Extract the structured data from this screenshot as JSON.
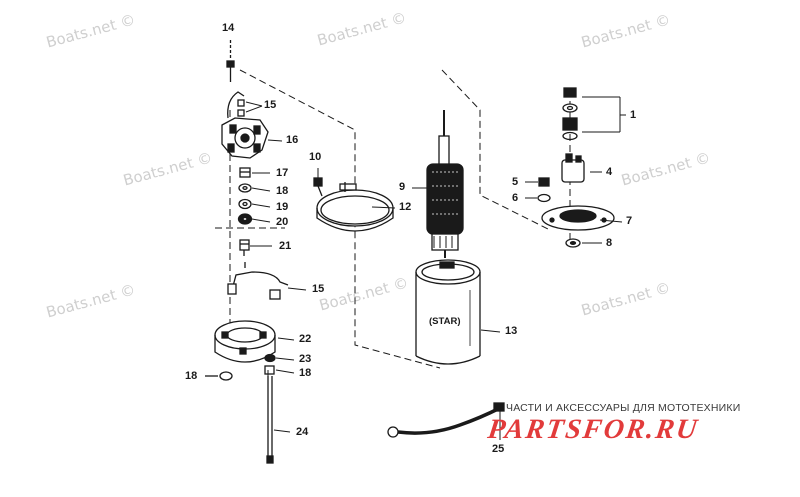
{
  "watermarks": [
    "Boats.net ©",
    "Boats.net ©",
    "Boats.net ©",
    "Boats.net ©",
    "Boats.net ©",
    "Boats.net ©",
    "Boats.net ©",
    "Boats.net ©"
  ],
  "housing_text": "(STAR)",
  "part_numbers": {
    "p1": "1",
    "p4": "4",
    "p5": "5",
    "p6": "6",
    "p7": "7",
    "p8": "8",
    "p9": "9",
    "p10": "10",
    "p12": "12",
    "p13": "13",
    "p14": "14",
    "p15a": "15",
    "p15b": "15",
    "p16": "16",
    "p17": "17",
    "p18a": "18",
    "p18b": "18",
    "p18c": "18",
    "p19": "19",
    "p20": "20",
    "p21": "21",
    "p22": "22",
    "p23": "23",
    "p24": "24",
    "p25": "25"
  },
  "branding": {
    "tagline": "ЧАСТИ И АКСЕССУАРЫ ДЛЯ МОТОТЕХНИКИ",
    "logo": "PARTSFOR.RU"
  },
  "colors": {
    "line": "#1a1a1a",
    "watermark": "#cfcfcf",
    "logo": "#e23b3b"
  }
}
